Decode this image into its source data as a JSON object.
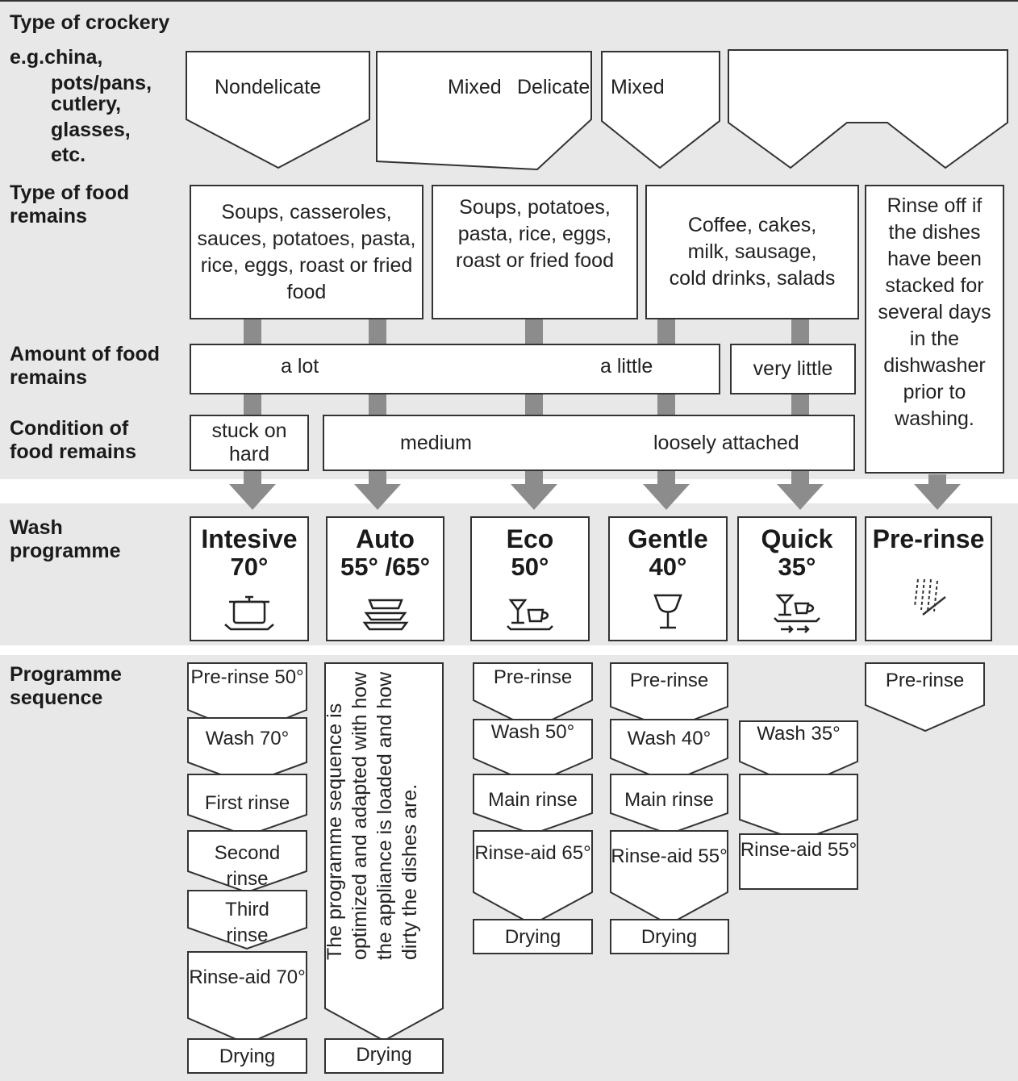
{
  "row_labels": {
    "crockery": "Type of crockery",
    "food_type": "Type of food remains",
    "amount": "Amount of food remains",
    "condition": "Condition of food remains",
    "programme": "Wash programme",
    "sequence": "Programme sequence"
  },
  "crockery_examples": [
    "e.g.china,",
    "pots/pans,",
    "cutlery,",
    "glasses,",
    "etc."
  ],
  "crockery_types": [
    "Nondelicate",
    "Mixed",
    "Delicate",
    "Mixed"
  ],
  "food_types": [
    "Soups, casseroles, sauces, potatoes, pasta, rice, eggs, roast or fried food",
    "Soups, potatoes, pasta, rice, eggs, roast or fried food",
    "Coffee, cakes, milk, sausage, cold drinks, salads",
    "Rinse off if the dishes have been stacked for several days in the dishwasher prior to washing."
  ],
  "amount": {
    "from": "a lot",
    "to": "a little",
    "very_little": "very little"
  },
  "condition": {
    "stuck": "stuck on hard",
    "from": "medium",
    "to": "loosely attached"
  },
  "programmes": [
    {
      "name": "Intesive",
      "temp": "70°",
      "icon": "pot-icon"
    },
    {
      "name": "Auto",
      "temp": "55° /65°",
      "icon": "stacked-plates-icon"
    },
    {
      "name": "Eco",
      "temp": "50°",
      "icon": "glass-and-cup-icon"
    },
    {
      "name": "Gentle",
      "temp": "40°",
      "icon": "wine-glass-icon"
    },
    {
      "name": "Quick",
      "temp": "35°",
      "icon": "quick-glass-cup-icon"
    },
    {
      "name": "Pre-rinse",
      "temp": "",
      "icon": "spray-hand-icon"
    }
  ],
  "sequences": {
    "intensive": [
      "Pre-rinse 50°",
      "Wash 70°",
      "First rinse",
      "Second rinse",
      "Third rinse",
      "Rinse-aid 70°",
      "Drying"
    ],
    "auto_note": "The programme sequence is optimized and adapted with how the appliance is loaded and how dirty the dishes are.",
    "auto_drying": "Drying",
    "eco": [
      "Pre-rinse",
      "Wash 50°",
      "Main rinse",
      "Rinse-aid 65°",
      "Drying"
    ],
    "gentle": [
      "Pre-rinse",
      "Wash 40°",
      "Main rinse",
      "Rinse-aid 55°",
      "Drying"
    ],
    "quick": [
      "Wash 35°",
      "Rinse-aid 55°"
    ],
    "prerinse": [
      "Pre-rinse"
    ]
  }
}
